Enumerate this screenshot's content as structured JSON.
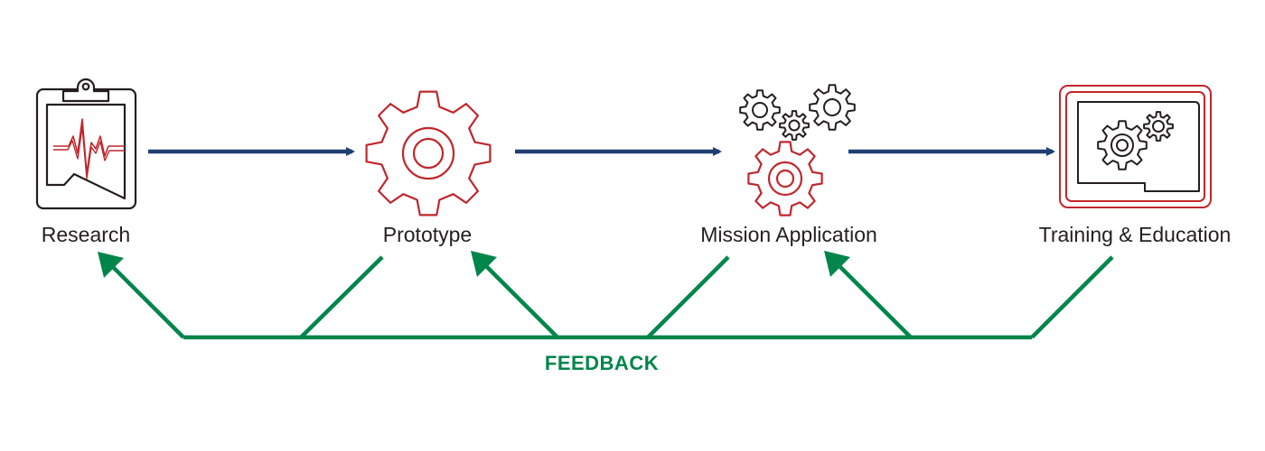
{
  "colors": {
    "flow_arrow": "#1f3f73",
    "feedback": "#00854a",
    "accent_red": "#c0272d",
    "outline": "#231f20",
    "label_text": "#231f20"
  },
  "stages": [
    {
      "label": "Research",
      "icon": "clipboard-heartbeat-icon"
    },
    {
      "label": "Prototype",
      "icon": "gear-icon"
    },
    {
      "label": "Mission Application",
      "icon": "multiple-gears-icon"
    },
    {
      "label": "Training & Education",
      "icon": "screen-gears-icon"
    }
  ],
  "feedback": {
    "label": "FEEDBACK"
  }
}
